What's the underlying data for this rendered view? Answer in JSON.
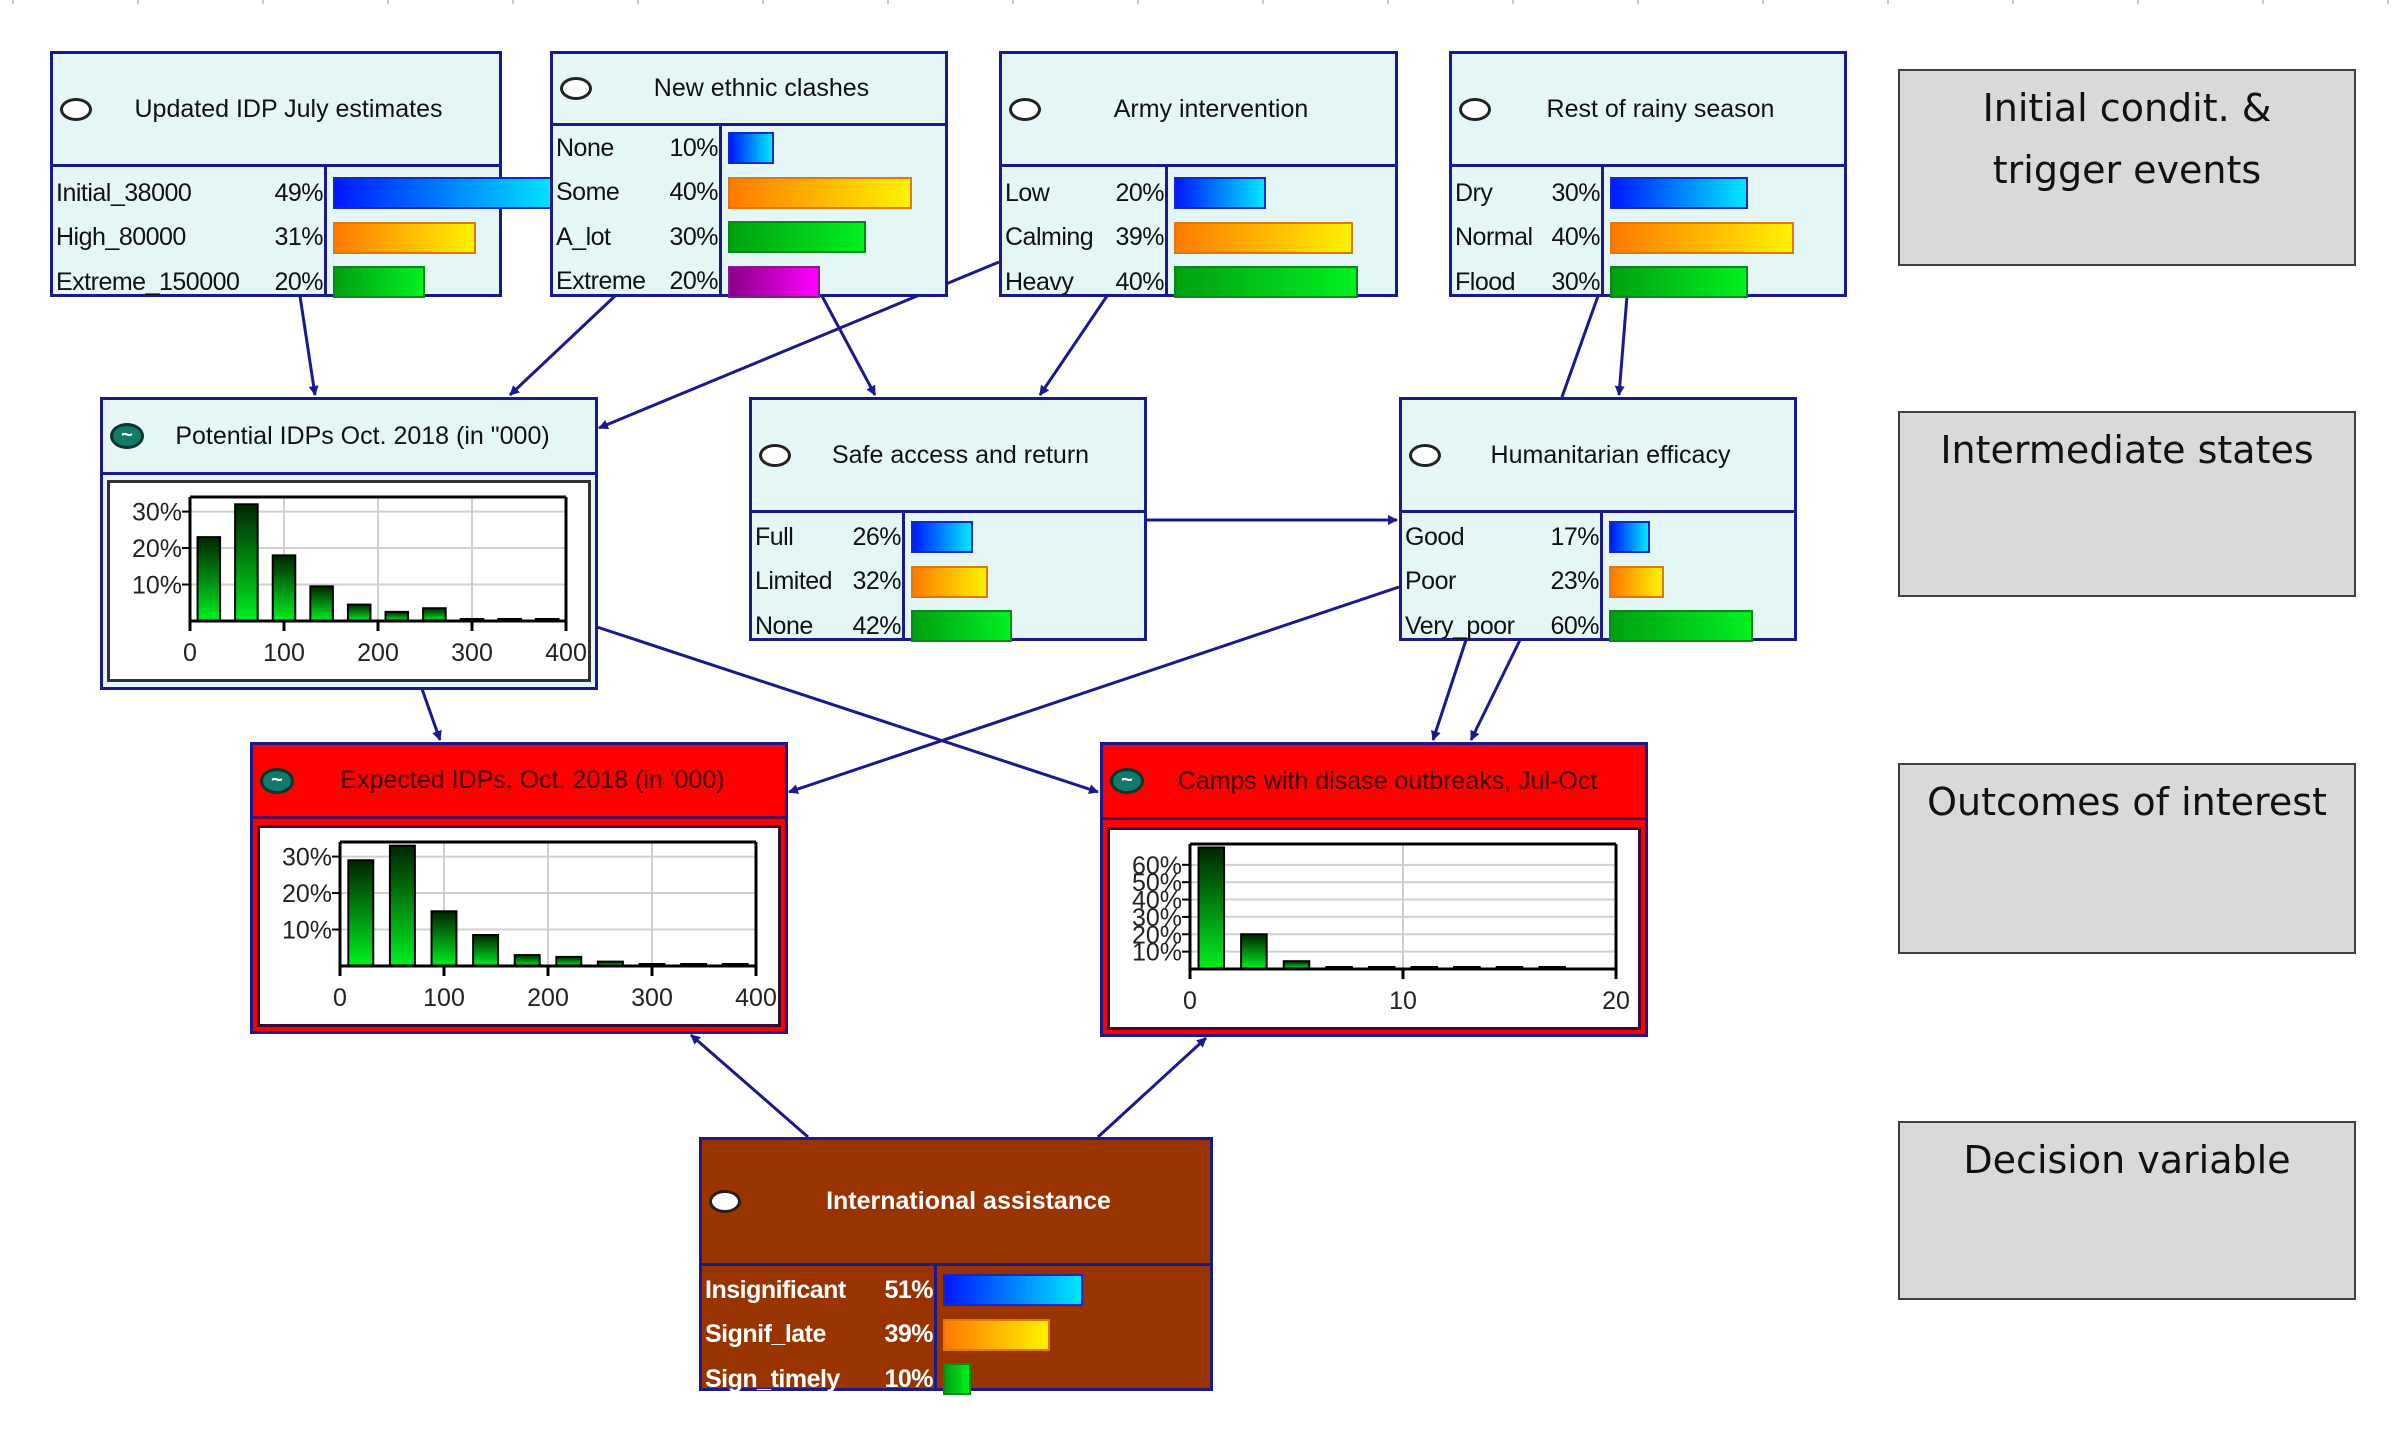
{
  "colors": {
    "node_border": "#1a1a8c",
    "node_bg": "#e4f6f6",
    "outcome_bg": "#ff0000",
    "decision_bg": "#993300",
    "legend_bg": "#d9d9d9",
    "edge": "#1a1a8c"
  },
  "nodes": {
    "updated_idp": {
      "title": "Updated IDP July estimates",
      "icon": "discrete-node-icon",
      "states": [
        {
          "name": "Initial_38000",
          "pct": "49%",
          "value": 49
        },
        {
          "name": "High_80000",
          "pct": "31%",
          "value": 31
        },
        {
          "name": "Extreme_150000",
          "pct": "20%",
          "value": 20
        }
      ]
    },
    "ethnic_clashes": {
      "title": "New ethnic clashes",
      "icon": "discrete-node-icon",
      "states": [
        {
          "name": "None",
          "pct": "10%",
          "value": 10
        },
        {
          "name": "Some",
          "pct": "40%",
          "value": 40
        },
        {
          "name": "A_lot",
          "pct": "30%",
          "value": 30
        },
        {
          "name": "Extreme",
          "pct": "20%",
          "value": 20
        }
      ]
    },
    "army": {
      "title": "Army intervention",
      "icon": "discrete-node-icon",
      "states": [
        {
          "name": "Low",
          "pct": "20%",
          "value": 20
        },
        {
          "name": "Calming",
          "pct": "39%",
          "value": 39
        },
        {
          "name": "Heavy",
          "pct": "40%",
          "value": 40
        }
      ]
    },
    "rainy": {
      "title": "Rest of rainy season",
      "icon": "discrete-node-icon",
      "states": [
        {
          "name": "Dry",
          "pct": "30%",
          "value": 30
        },
        {
          "name": "Normal",
          "pct": "40%",
          "value": 40
        },
        {
          "name": "Flood",
          "pct": "30%",
          "value": 30
        }
      ]
    },
    "potential_idps": {
      "title": "Potential IDPs Oct. 2018 (in \"000)",
      "icon": "continuous-node-icon"
    },
    "safe_access": {
      "title": "Safe access and return",
      "icon": "discrete-node-icon",
      "states": [
        {
          "name": "Full",
          "pct": "26%",
          "value": 26
        },
        {
          "name": "Limited",
          "pct": "32%",
          "value": 32
        },
        {
          "name": "None",
          "pct": "42%",
          "value": 42
        }
      ]
    },
    "humanitarian": {
      "title": "Humanitarian efficacy",
      "icon": "discrete-node-icon",
      "states": [
        {
          "name": "Good",
          "pct": "17%",
          "value": 17
        },
        {
          "name": "Poor",
          "pct": "23%",
          "value": 23
        },
        {
          "name": "Very_poor",
          "pct": "60%",
          "value": 60
        }
      ]
    },
    "expected_idps": {
      "title": "Expected IDPs, Oct. 2018 (in '000)",
      "icon": "continuous-node-icon"
    },
    "camps": {
      "title": "Camps with disase outbreaks, Jul-Oct",
      "icon": "continuous-node-icon"
    },
    "intl_assistance": {
      "title": "International assistance",
      "icon": "decision-node-icon",
      "states": [
        {
          "name": "Insignificant",
          "pct": "51%",
          "value": 51
        },
        {
          "name": "Signif_late",
          "pct": "39%",
          "value": 39
        },
        {
          "name": "Sign_timely",
          "pct": "10%",
          "value": 10
        }
      ]
    }
  },
  "legend": {
    "initial": "Initial condit. & trigger events",
    "initial_line1": "Initial condit. &",
    "initial_line2": "trigger events",
    "intermediate": "Intermediate states",
    "outcomes": "Outcomes of interest",
    "decision": "Decision variable"
  },
  "edges": [
    {
      "from": "updated_idp",
      "to": "potential_idps"
    },
    {
      "from": "ethnic_clashes",
      "to": "potential_idps"
    },
    {
      "from": "army",
      "to": "potential_idps"
    },
    {
      "from": "ethnic_clashes",
      "to": "safe_access"
    },
    {
      "from": "army",
      "to": "safe_access"
    },
    {
      "from": "rainy",
      "to": "humanitarian"
    },
    {
      "from": "rainy",
      "to": "humanitarian"
    },
    {
      "from": "safe_access",
      "to": "humanitarian"
    },
    {
      "from": "humanitarian",
      "to": "expected_idps"
    },
    {
      "from": "potential_idps",
      "to": "camps"
    },
    {
      "from": "potential_idps",
      "to": "expected_idps"
    },
    {
      "from": "humanitarian",
      "to": "camps"
    },
    {
      "from": "humanitarian",
      "to": "camps"
    },
    {
      "from": "intl_assistance",
      "to": "expected_idps"
    },
    {
      "from": "intl_assistance",
      "to": "camps"
    }
  ],
  "chart_data": [
    {
      "type": "bar",
      "id": "potential_idps",
      "title": "Potential IDPs Oct. 2018 (in \"000)",
      "bin_width": 40,
      "x": [
        20,
        60,
        100,
        140,
        180,
        220,
        260,
        300,
        340,
        380
      ],
      "values": [
        23,
        32,
        18,
        9.5,
        4.5,
        2.5,
        3.5,
        0.5,
        0,
        0.5
      ],
      "xlim": [
        0,
        400
      ],
      "ylim": [
        0,
        34
      ],
      "xticks": [
        "0",
        "100",
        "200",
        "300",
        "400"
      ],
      "yticks": [
        "10%",
        "20%",
        "30%"
      ],
      "xtick_values": [
        0,
        100,
        200,
        300,
        400
      ],
      "ytick_values": [
        10,
        20,
        30
      ],
      "grid": true,
      "xlabel": "",
      "ylabel": ""
    },
    {
      "type": "bar",
      "id": "expected_idps",
      "title": "Expected IDPs, Oct. 2018 (in '000)",
      "bin_width": 40,
      "x": [
        20,
        60,
        100,
        140,
        180,
        220,
        260,
        300,
        340,
        380
      ],
      "values": [
        29,
        33,
        15,
        8.5,
        3,
        2.5,
        1.2,
        0.5,
        0.5,
        0.5
      ],
      "xlim": [
        0,
        400
      ],
      "ylim": [
        0,
        34
      ],
      "xticks": [
        "0",
        "100",
        "200",
        "300",
        "400"
      ],
      "yticks": [
        "10%",
        "20%",
        "30%"
      ],
      "xtick_values": [
        0,
        100,
        200,
        300,
        400
      ],
      "ytick_values": [
        10,
        20,
        30
      ],
      "grid": true,
      "xlabel": "",
      "ylabel": ""
    },
    {
      "type": "bar",
      "id": "camps",
      "title": "Camps with disase outbreaks, Jul-Oct",
      "bin_width": 2,
      "x": [
        1,
        3,
        5,
        7,
        9,
        11,
        13,
        15,
        17
      ],
      "values": [
        70,
        20,
        4.5,
        0.4,
        0.3,
        0.3,
        0.3,
        0.3,
        0.3
      ],
      "xlim": [
        0,
        20
      ],
      "ylim": [
        0,
        72
      ],
      "xticks": [
        "0",
        "10",
        "20"
      ],
      "yticks": [
        "10%",
        "20%",
        "30%",
        "40%",
        "50%",
        "60%"
      ],
      "xtick_values": [
        0,
        10,
        20
      ],
      "ytick_values": [
        10,
        20,
        30,
        40,
        50,
        60
      ],
      "grid": true,
      "xlabel": "",
      "ylabel": ""
    }
  ]
}
